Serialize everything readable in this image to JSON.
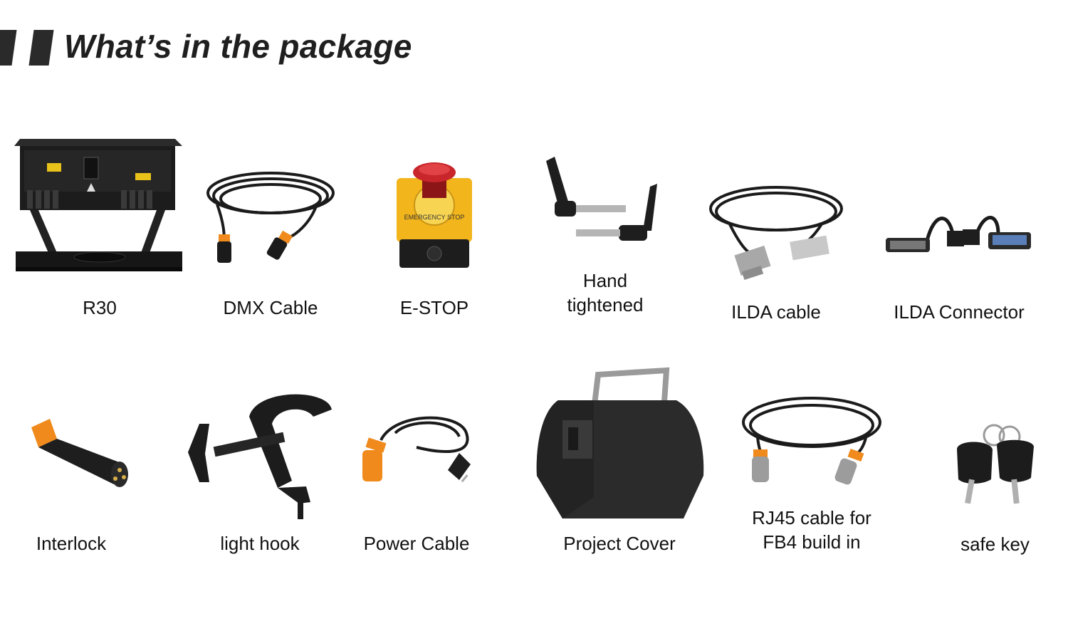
{
  "header": {
    "title": "What’s in the package"
  },
  "items": [
    {
      "label": "R30",
      "icon": "laser-projector-icon"
    },
    {
      "label": "DMX Cable",
      "icon": "dmx-cable-icon"
    },
    {
      "label": "E-STOP",
      "icon": "emergency-stop-icon"
    },
    {
      "label": "Hand\ntightened",
      "icon": "hand-screw-icon"
    },
    {
      "label": "ILDA cable",
      "icon": "ilda-cable-icon"
    },
    {
      "label": "ILDA Connector",
      "icon": "ilda-connector-icon"
    },
    {
      "label": "Interlock",
      "icon": "xlr-plug-icon"
    },
    {
      "label": "light hook",
      "icon": "clamp-hook-icon"
    },
    {
      "label": "Power Cable",
      "icon": "power-cable-icon"
    },
    {
      "label": "Project Cover",
      "icon": "cover-bag-icon"
    },
    {
      "label": "RJ45 cable for\nFB4 build in",
      "icon": "rj45-cable-icon"
    },
    {
      "label": "safe key",
      "icon": "key-icon"
    }
  ],
  "estop_text": "EMERGENCY STOP",
  "colors": {
    "accent": "#f08a1c",
    "dark": "#1e1e1e",
    "yellow": "#f2b51c",
    "red": "#c8262a",
    "title": "#1f1f1f"
  }
}
